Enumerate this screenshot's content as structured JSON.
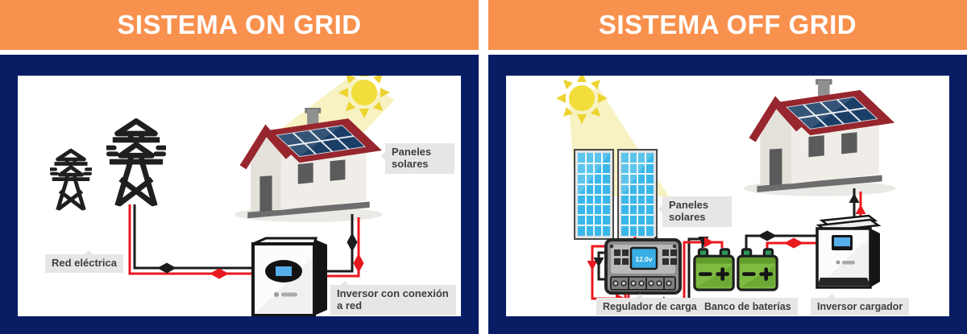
{
  "colors": {
    "header_bg": "#F9914E",
    "board_bg": "#081D63",
    "canvas_bg": "#FFFFFF",
    "label_bg": "#E7E6E4",
    "label_text": "#3E3E3E",
    "wire_black": "#1C1C1C",
    "wire_red": "#E8191F",
    "sun_yellow": "#F1DE3B",
    "beam_yellow": "#F8F1C2",
    "roof_red": "#97262E",
    "roof_panel_blue": "#1A3E66",
    "pv_cell_blue": "#39B7E9",
    "battery_green": "#7DBB41",
    "lcd_blue": "#38ADE3"
  },
  "panels": [
    {
      "id": "on-grid",
      "title": "SISTEMA ON GRID",
      "labels": {
        "grid": "Red eléctrica",
        "solar_panels": "Paneles solares",
        "inverter": "Inversor con conexión a red"
      }
    },
    {
      "id": "off-grid",
      "title": "SISTEMA OFF GRID",
      "labels": {
        "solar_panels": "Paneles solares",
        "regulator": "Regulador de carga",
        "battery_bank": "Banco de baterías",
        "inverter": "Inversor cargador"
      },
      "regulator_display": "12.0v"
    }
  ]
}
